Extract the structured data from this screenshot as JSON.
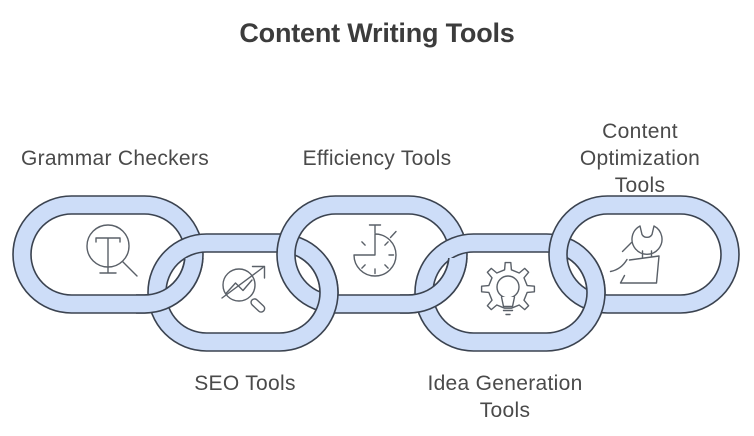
{
  "title": "Content Writing Tools",
  "colors": {
    "background": "#ffffff",
    "link_fill": "#cdddf8",
    "link_stroke": "#3b4350",
    "icon_stroke": "#5a6068",
    "title_color": "#3c3c3c",
    "label_color": "#4a4a4a"
  },
  "chain": {
    "links": [
      {
        "label": "Grammar Checkers",
        "icon": "text-magnifier-icon",
        "position": "top"
      },
      {
        "label": "SEO Tools",
        "icon": "chart-magnifier-icon",
        "position": "bottom"
      },
      {
        "label": "Efficiency Tools",
        "icon": "stopwatch-icon",
        "position": "top"
      },
      {
        "label": "Idea Generation\nTools",
        "icon": "gear-lightbulb-icon",
        "position": "bottom"
      },
      {
        "label": "Content\nOptimization Tools",
        "icon": "hand-wrench-icon",
        "position": "top"
      }
    ]
  }
}
